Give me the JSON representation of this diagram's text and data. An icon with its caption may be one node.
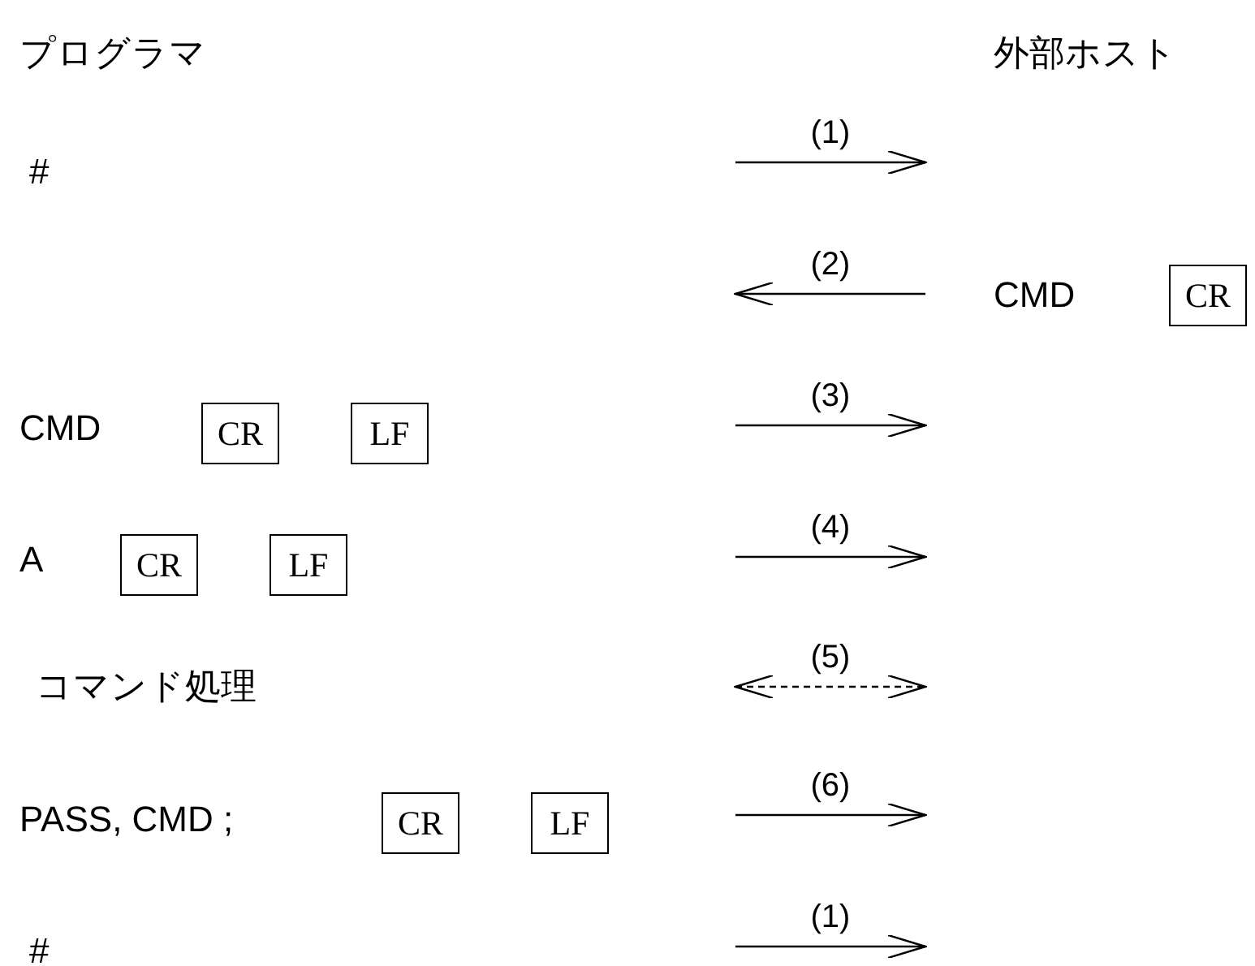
{
  "diagram": {
    "nodes": [
      {
        "text": [
          "CR"
        ]
      },
      {
        "text": [
          "CR"
        ]
      },
      {
        "text": [
          "LF"
        ]
      },
      {
        "text": [
          "CR"
        ]
      },
      {
        "text": [
          "LF"
        ]
      },
      {
        "text": [
          "CR"
        ]
      },
      {
        "text": [
          "LF"
        ]
      }
    ],
    "labels": [
      "プログラマ",
      "外部ホスト",
      "(1)",
      "#",
      "(2)",
      "CMD",
      "(3)",
      "CMD",
      "(4)",
      "A",
      "(5)",
      "コマンド処理",
      "(6)",
      "PASS, CMD ;",
      "(1)",
      "#"
    ]
  }
}
